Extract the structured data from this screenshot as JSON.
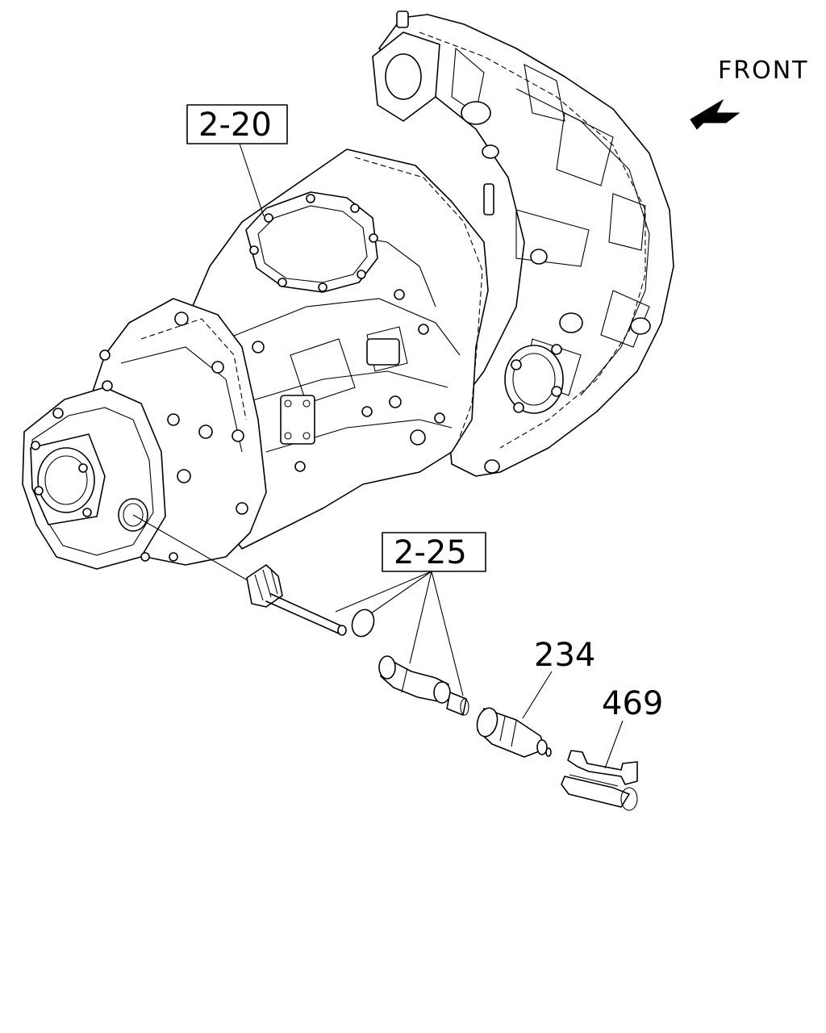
{
  "labels": {
    "front": "FRONT",
    "ref_transmission": "2-20",
    "ref_speedometer_gear": "2-25",
    "part_sensor": "234",
    "part_bracket": "469"
  }
}
